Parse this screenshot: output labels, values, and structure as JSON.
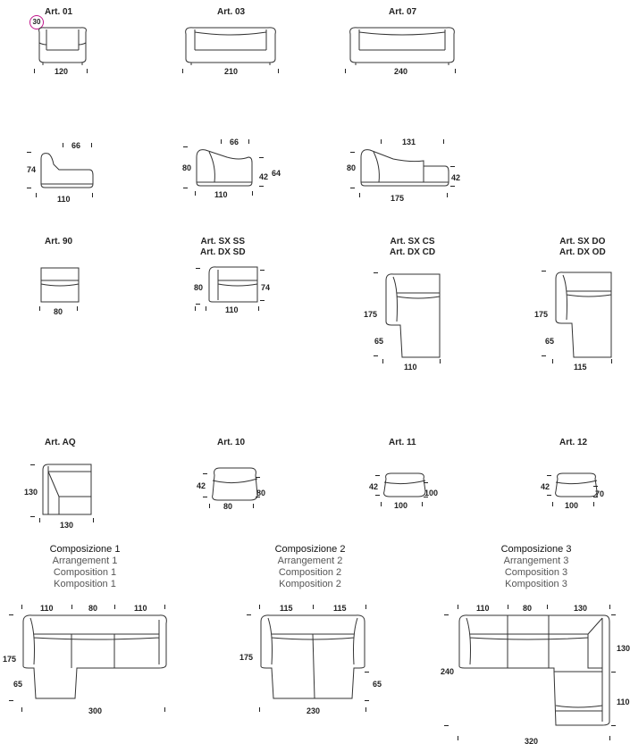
{
  "arts": {
    "a01": "Art. 01",
    "a03": "Art. 03",
    "a07": "Art. 07",
    "a90": "Art. 90",
    "sxss1": "Art. SX SS",
    "sxss2": "Art. DX SD",
    "sxcs1": "Art. SX CS",
    "sxcs2": "Art. DX CD",
    "sxdo1": "Art. SX DO",
    "sxdo2": "Art. DX OD",
    "aq": "Art. AQ",
    "a10": "Art. 10",
    "a11": "Art. 11",
    "a12": "Art. 12"
  },
  "badge": "30",
  "dims": {
    "a01_w": "120",
    "a03_w": "210",
    "a07_w": "240",
    "s1_top": "66",
    "s1_h": "74",
    "s1_w": "110",
    "s2_top": "66",
    "s2_h": "80",
    "s2_seat": "42",
    "s2_back": "64",
    "s2_w": "110",
    "s3_top": "131",
    "s3_h": "80",
    "s3_seat": "42",
    "s3_w": "175",
    "a90_w": "80",
    "sxss_h": "80",
    "sxss_d": "74",
    "sxss_w": "110",
    "sxcs_h": "175",
    "sxcs_d": "65",
    "sxcs_w": "110",
    "sxdo_h": "175",
    "sxdo_d": "65",
    "sxdo_w": "115",
    "aq_h": "130",
    "aq_w": "130",
    "a10_h": "42",
    "a10_d": "80",
    "a10_w": "80",
    "a11_h": "42",
    "a11_d": "100",
    "a11_w": "100",
    "a12_h": "42",
    "a12_d": "70",
    "a12_w": "100",
    "c1_a": "110",
    "c1_b": "80",
    "c1_c": "110",
    "c1_h": "175",
    "c1_d": "65",
    "c1_w": "300",
    "c2_a": "115",
    "c2_b": "115",
    "c2_h": "175",
    "c2_d": "65",
    "c2_w": "230",
    "c3_a": "110",
    "c3_b": "80",
    "c3_c": "130",
    "c3_h": "240",
    "c3_r1": "130",
    "c3_r2": "110",
    "c3_w": "320"
  },
  "compositions": [
    {
      "it": "Composizione 1",
      "en": "Arrangement 1",
      "fr": "Composition 1",
      "de": "Komposition 1"
    },
    {
      "it": "Composizione 2",
      "en": "Arrangement 2",
      "fr": "Composition 2",
      "de": "Komposition 2"
    },
    {
      "it": "Composizione 3",
      "en": "Arrangement 3",
      "fr": "Composition 3",
      "de": "Komposition 3"
    }
  ]
}
